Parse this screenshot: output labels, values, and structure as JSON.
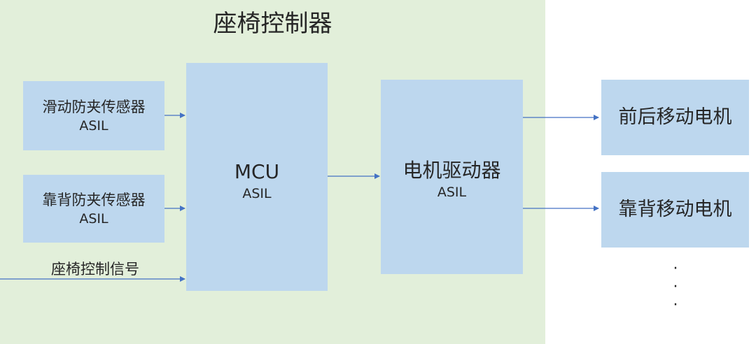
{
  "colors": {
    "region_bg": "#e2efda",
    "box_fill": "#bdd7ee",
    "arrow": "#4472c4",
    "text": "#262626"
  },
  "controller": {
    "title": "座椅控制器"
  },
  "sensors": [
    {
      "name": "滑动防夹传感器",
      "level": "ASIL"
    },
    {
      "name": "靠背防夹传感器",
      "level": "ASIL"
    }
  ],
  "mcu": {
    "name": "MCU",
    "level": "ASIL"
  },
  "driver": {
    "name": "电机驱动器",
    "level": "ASIL"
  },
  "motors": [
    {
      "name": "前后移动电机"
    },
    {
      "name": "靠背移动电机"
    }
  ],
  "input_signal": {
    "label": "座椅控制信号"
  },
  "ellipsis": "·\n·\n·"
}
